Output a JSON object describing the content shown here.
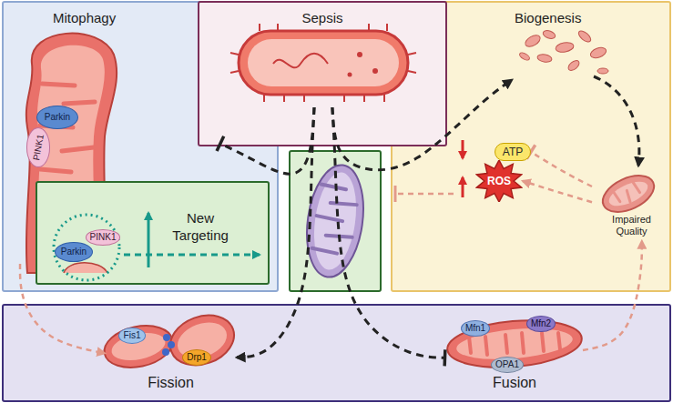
{
  "diagram": {
    "nodes": [
      {
        "text": [
          "Mitophagy"
        ]
      },
      {
        "text": [
          "Parkin"
        ],
        "in": 0
      },
      {
        "text": [
          "PINK1"
        ],
        "in": 0
      },
      {
        "text": [
          "New Targeting"
        ],
        "in": 0
      },
      {
        "text": [
          "Parkin"
        ],
        "in": 3
      },
      {
        "text": [
          "PINK1"
        ],
        "in": 3
      },
      {
        "text": [
          "Sepsis"
        ]
      },
      {
        "text": [
          "Biogenesis"
        ]
      },
      {
        "text": [
          "ATP"
        ],
        "in": 7
      },
      {
        "text": [
          "ROS"
        ],
        "in": 7
      },
      {
        "text": [
          "Impaired Quality"
        ],
        "in": 7
      },
      {
        "text": [
          "Fission"
        ]
      },
      {
        "text": [
          "Fis1"
        ],
        "in": 11
      },
      {
        "text": [
          "Drp1"
        ],
        "in": 11
      },
      {
        "text": [
          "Fusion"
        ]
      },
      {
        "text": [
          "Mfn1"
        ],
        "in": 14
      },
      {
        "text": [
          "Mfn2"
        ],
        "in": 14
      },
      {
        "text": [
          "OPA1"
        ],
        "in": 14
      }
    ],
    "edges": [
      {
        "from": 6,
        "to": 0,
        "arrow": "none"
      },
      {
        "from": 6,
        "to": 7,
        "arrow": "to"
      },
      {
        "from": 6,
        "to": 11,
        "arrow": "to"
      },
      {
        "from": 6,
        "to": 14,
        "arrow": "none"
      },
      {
        "from": 0,
        "to": 11,
        "arrow": "to"
      },
      {
        "from": 10,
        "to": 8,
        "arrow": "none"
      },
      {
        "from": 10,
        "to": 9,
        "arrow": "to"
      },
      {
        "from": 14,
        "to": 10,
        "arrow": "to"
      }
    ]
  }
}
